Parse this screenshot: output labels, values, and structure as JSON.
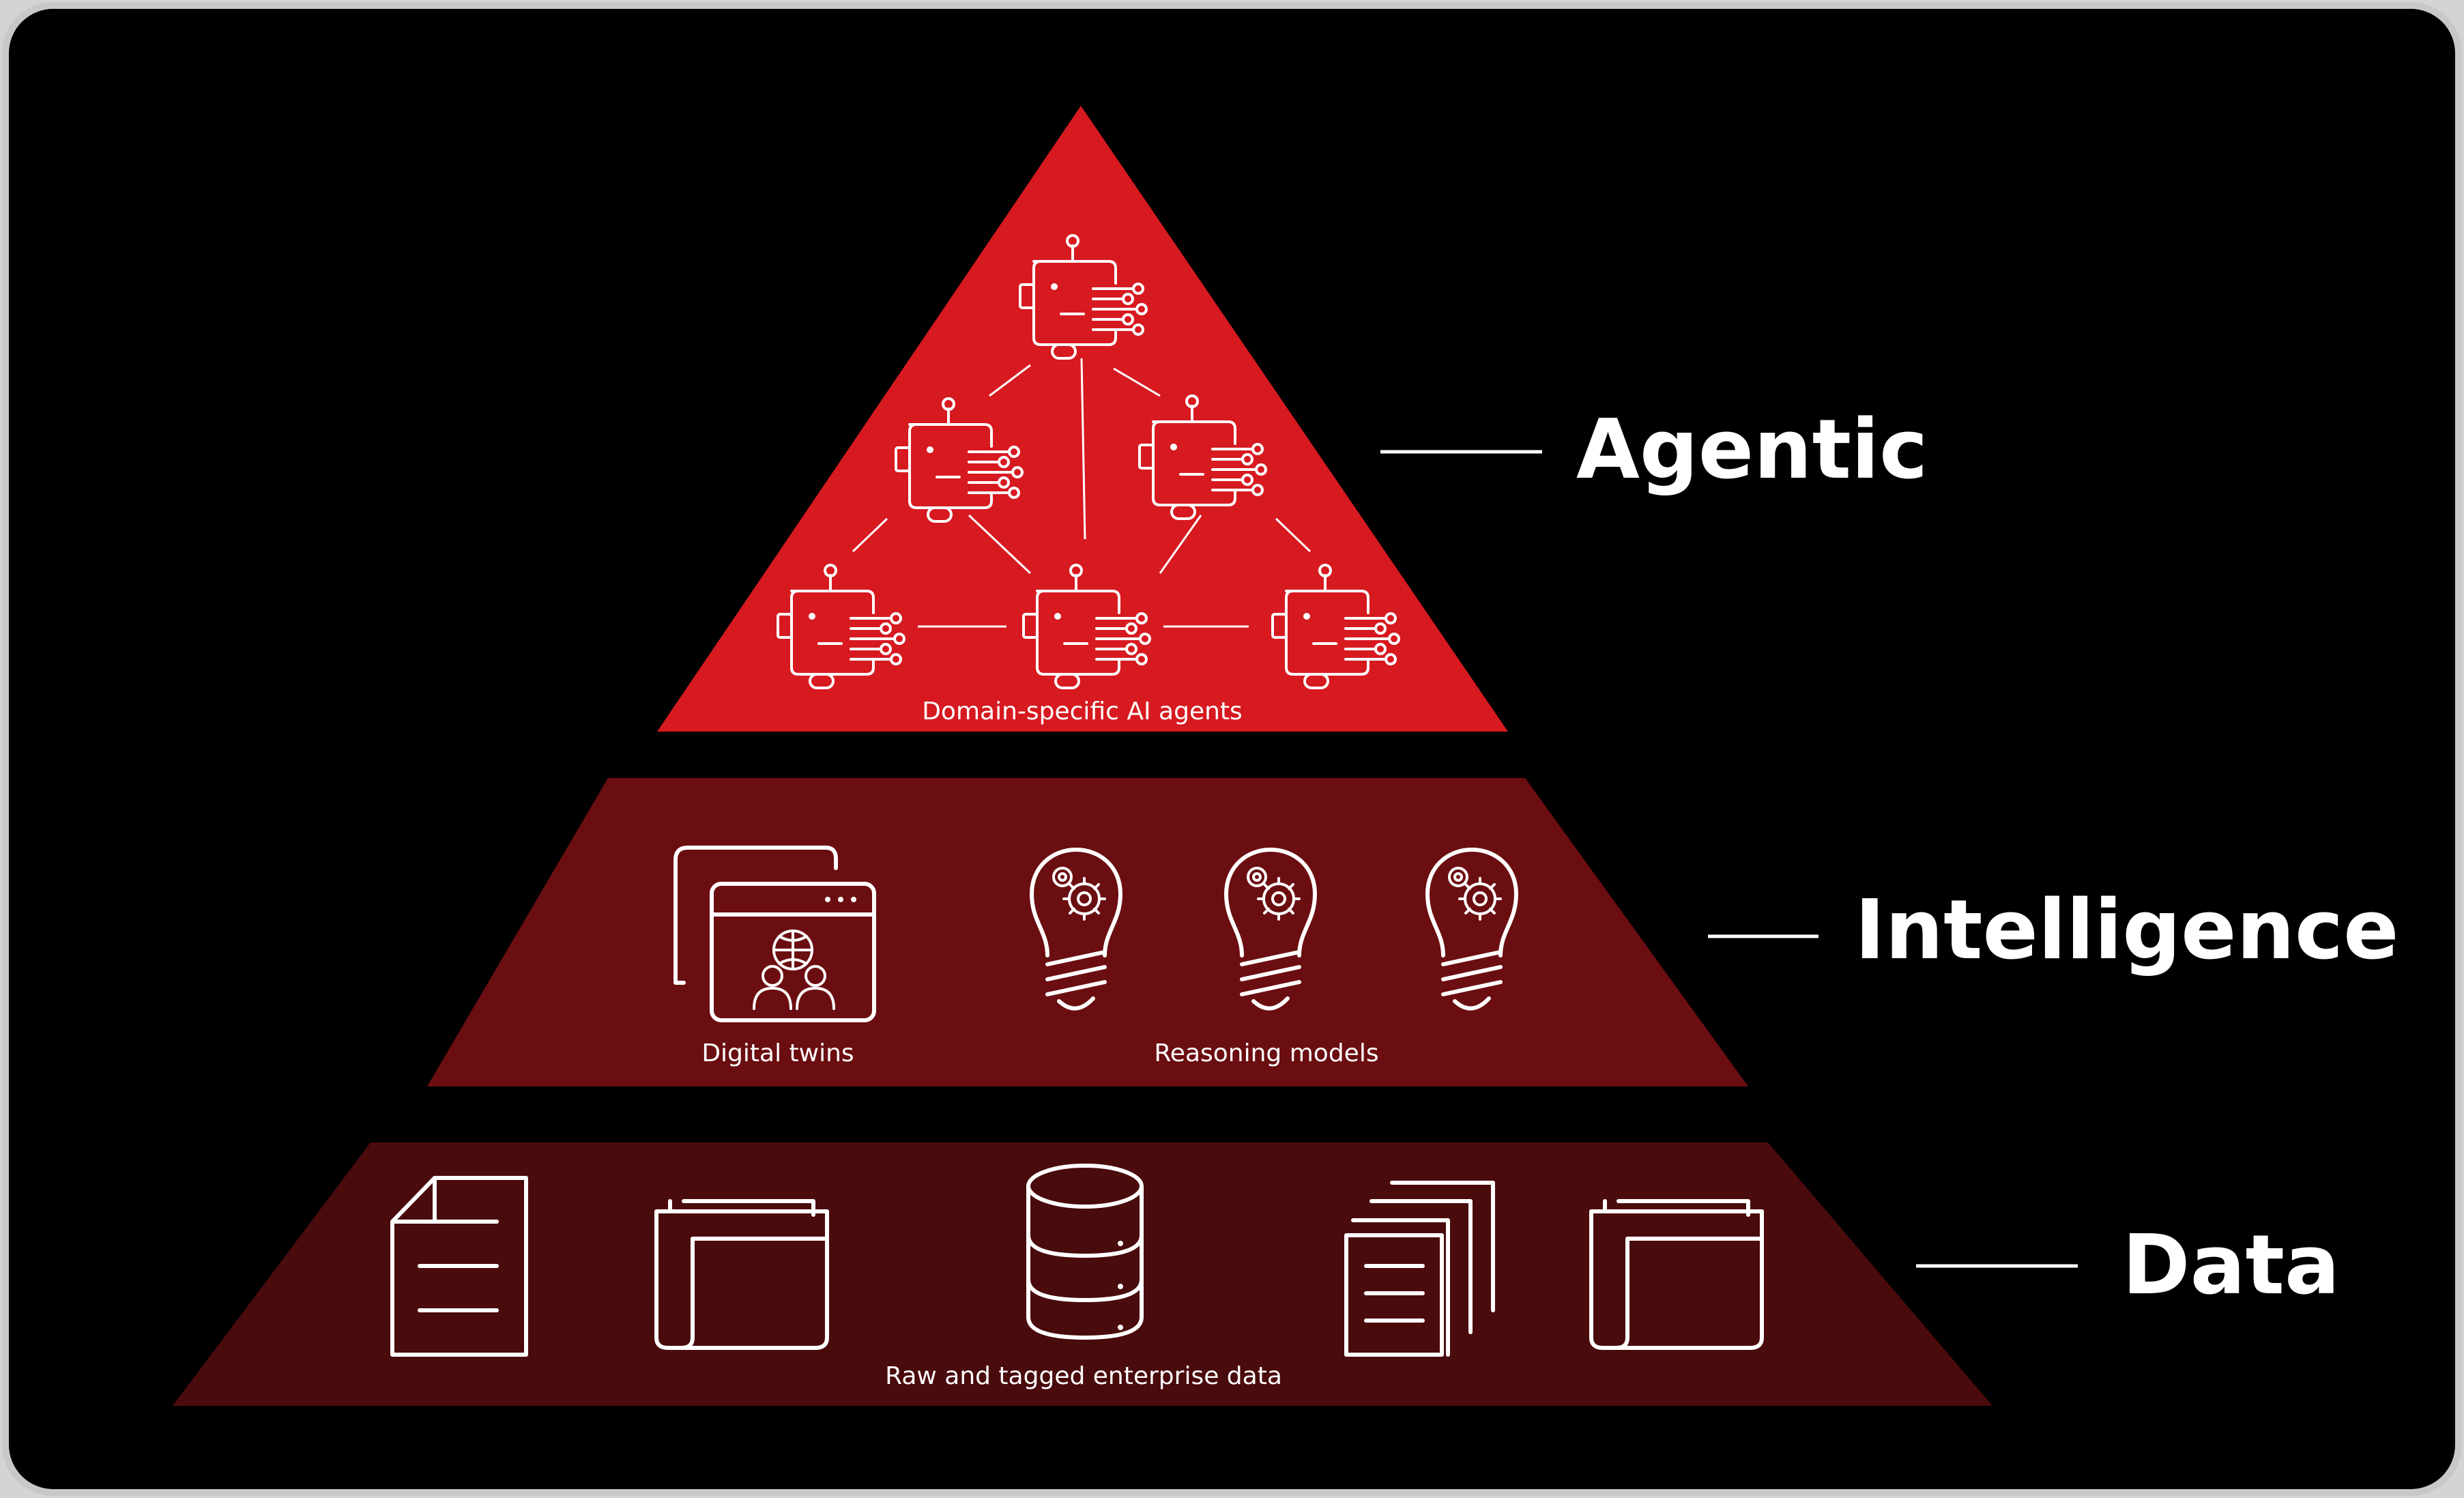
{
  "colors": {
    "background": "#000000",
    "frame": "#c8c8c8",
    "agentic_fill": "#d71920",
    "intelligence_fill": "#6b0e11",
    "data_fill": "#4a0b0d",
    "text": "#ffffff"
  },
  "levels": [
    {
      "label": "Agentic",
      "caption": "Domain-specific AI agents",
      "icons": [
        "robot-icon",
        "robot-icon",
        "robot-icon",
        "robot-icon",
        "robot-icon",
        "robot-icon"
      ]
    },
    {
      "label": "Intelligence",
      "captions": [
        "Digital twins",
        "Reasoning models"
      ],
      "icons": [
        "digital-twin-window-icon",
        "lightbulb-gear-icon",
        "lightbulb-gear-icon",
        "lightbulb-gear-icon"
      ]
    },
    {
      "label": "Data",
      "caption": "Raw and tagged enterprise data",
      "icons": [
        "document-icon",
        "folder-icon",
        "database-icon",
        "documents-stack-icon",
        "folder-icon"
      ]
    }
  ]
}
